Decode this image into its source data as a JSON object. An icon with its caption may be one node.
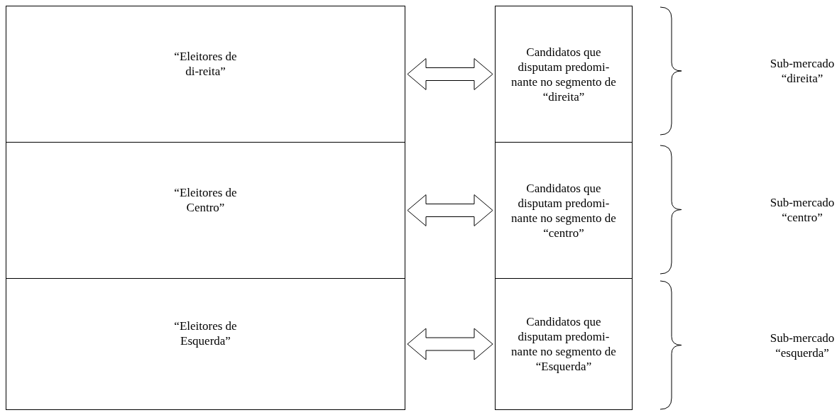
{
  "diagram": {
    "nodes": [
      {
        "text": [
          "“Eleitores de di-reita”"
        ]
      },
      {
        "text": [
          "“Eleitores de Centro”"
        ]
      },
      {
        "text": [
          "“Eleitores de Esquerda”"
        ]
      },
      {
        "text": [
          "Candidatos que disputam predomi-nante no segmento de “direita”"
        ]
      },
      {
        "text": [
          "Candidatos que disputam predomi-nante no segmento de “centro”"
        ]
      },
      {
        "text": [
          "Candidatos que disputam predomi-nante no segmento de “Esquerda”"
        ]
      }
    ],
    "edges": [
      {
        "from": 0,
        "to": 3,
        "arrow": "both"
      },
      {
        "from": 1,
        "to": 4,
        "arrow": "both"
      },
      {
        "from": 2,
        "to": 5,
        "arrow": "both"
      }
    ],
    "labels": [
      "Sub-mercado “direita”",
      "Sub-mercado “centro”",
      "Sub-mercado “esquerda”"
    ]
  }
}
